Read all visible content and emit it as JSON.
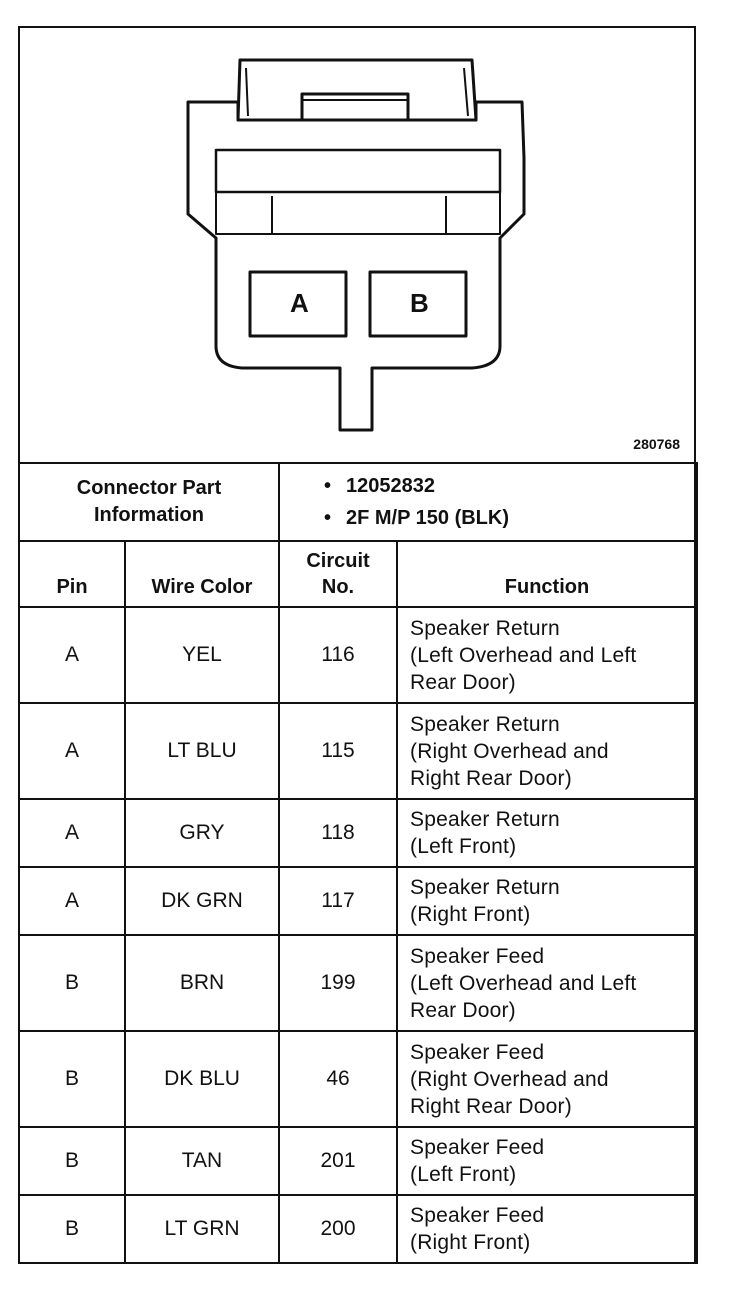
{
  "figure_id": "280768",
  "connector": {
    "pins": [
      "A",
      "B"
    ]
  },
  "part_info": {
    "label_line1": "Connector Part",
    "label_line2": "Information",
    "values": [
      "12052832",
      "2F M/P 150 (BLK)"
    ]
  },
  "headers": {
    "pin": "Pin",
    "wire_color": "Wire Color",
    "circuit_line1": "Circuit",
    "circuit_line2": "No.",
    "function": "Function"
  },
  "rows": [
    {
      "pin": "A",
      "wire": "YEL",
      "circuit": "116",
      "function": [
        "Speaker Return",
        "(Left Overhead and Left",
        "Rear Door)"
      ]
    },
    {
      "pin": "A",
      "wire": "LT BLU",
      "circuit": "115",
      "function": [
        "Speaker Return",
        "(Right Overhead and",
        "Right Rear Door)"
      ]
    },
    {
      "pin": "A",
      "wire": "GRY",
      "circuit": "118",
      "function": [
        "Speaker Return",
        "(Left Front)"
      ]
    },
    {
      "pin": "A",
      "wire": "DK GRN",
      "circuit": "117",
      "function": [
        "Speaker Return",
        "(Right Front)"
      ]
    },
    {
      "pin": "B",
      "wire": "BRN",
      "circuit": "199",
      "function": [
        "Speaker Feed",
        "(Left Overhead and Left",
        "Rear Door)"
      ]
    },
    {
      "pin": "B",
      "wire": "DK BLU",
      "circuit": "46",
      "function": [
        "Speaker Feed",
        "(Right Overhead and",
        "Right Rear Door)"
      ]
    },
    {
      "pin": "B",
      "wire": "TAN",
      "circuit": "201",
      "function": [
        "Speaker Feed",
        "(Left Front)"
      ]
    },
    {
      "pin": "B",
      "wire": "LT GRN",
      "circuit": "200",
      "function": [
        "Speaker Feed",
        "(Right Front)"
      ]
    }
  ]
}
